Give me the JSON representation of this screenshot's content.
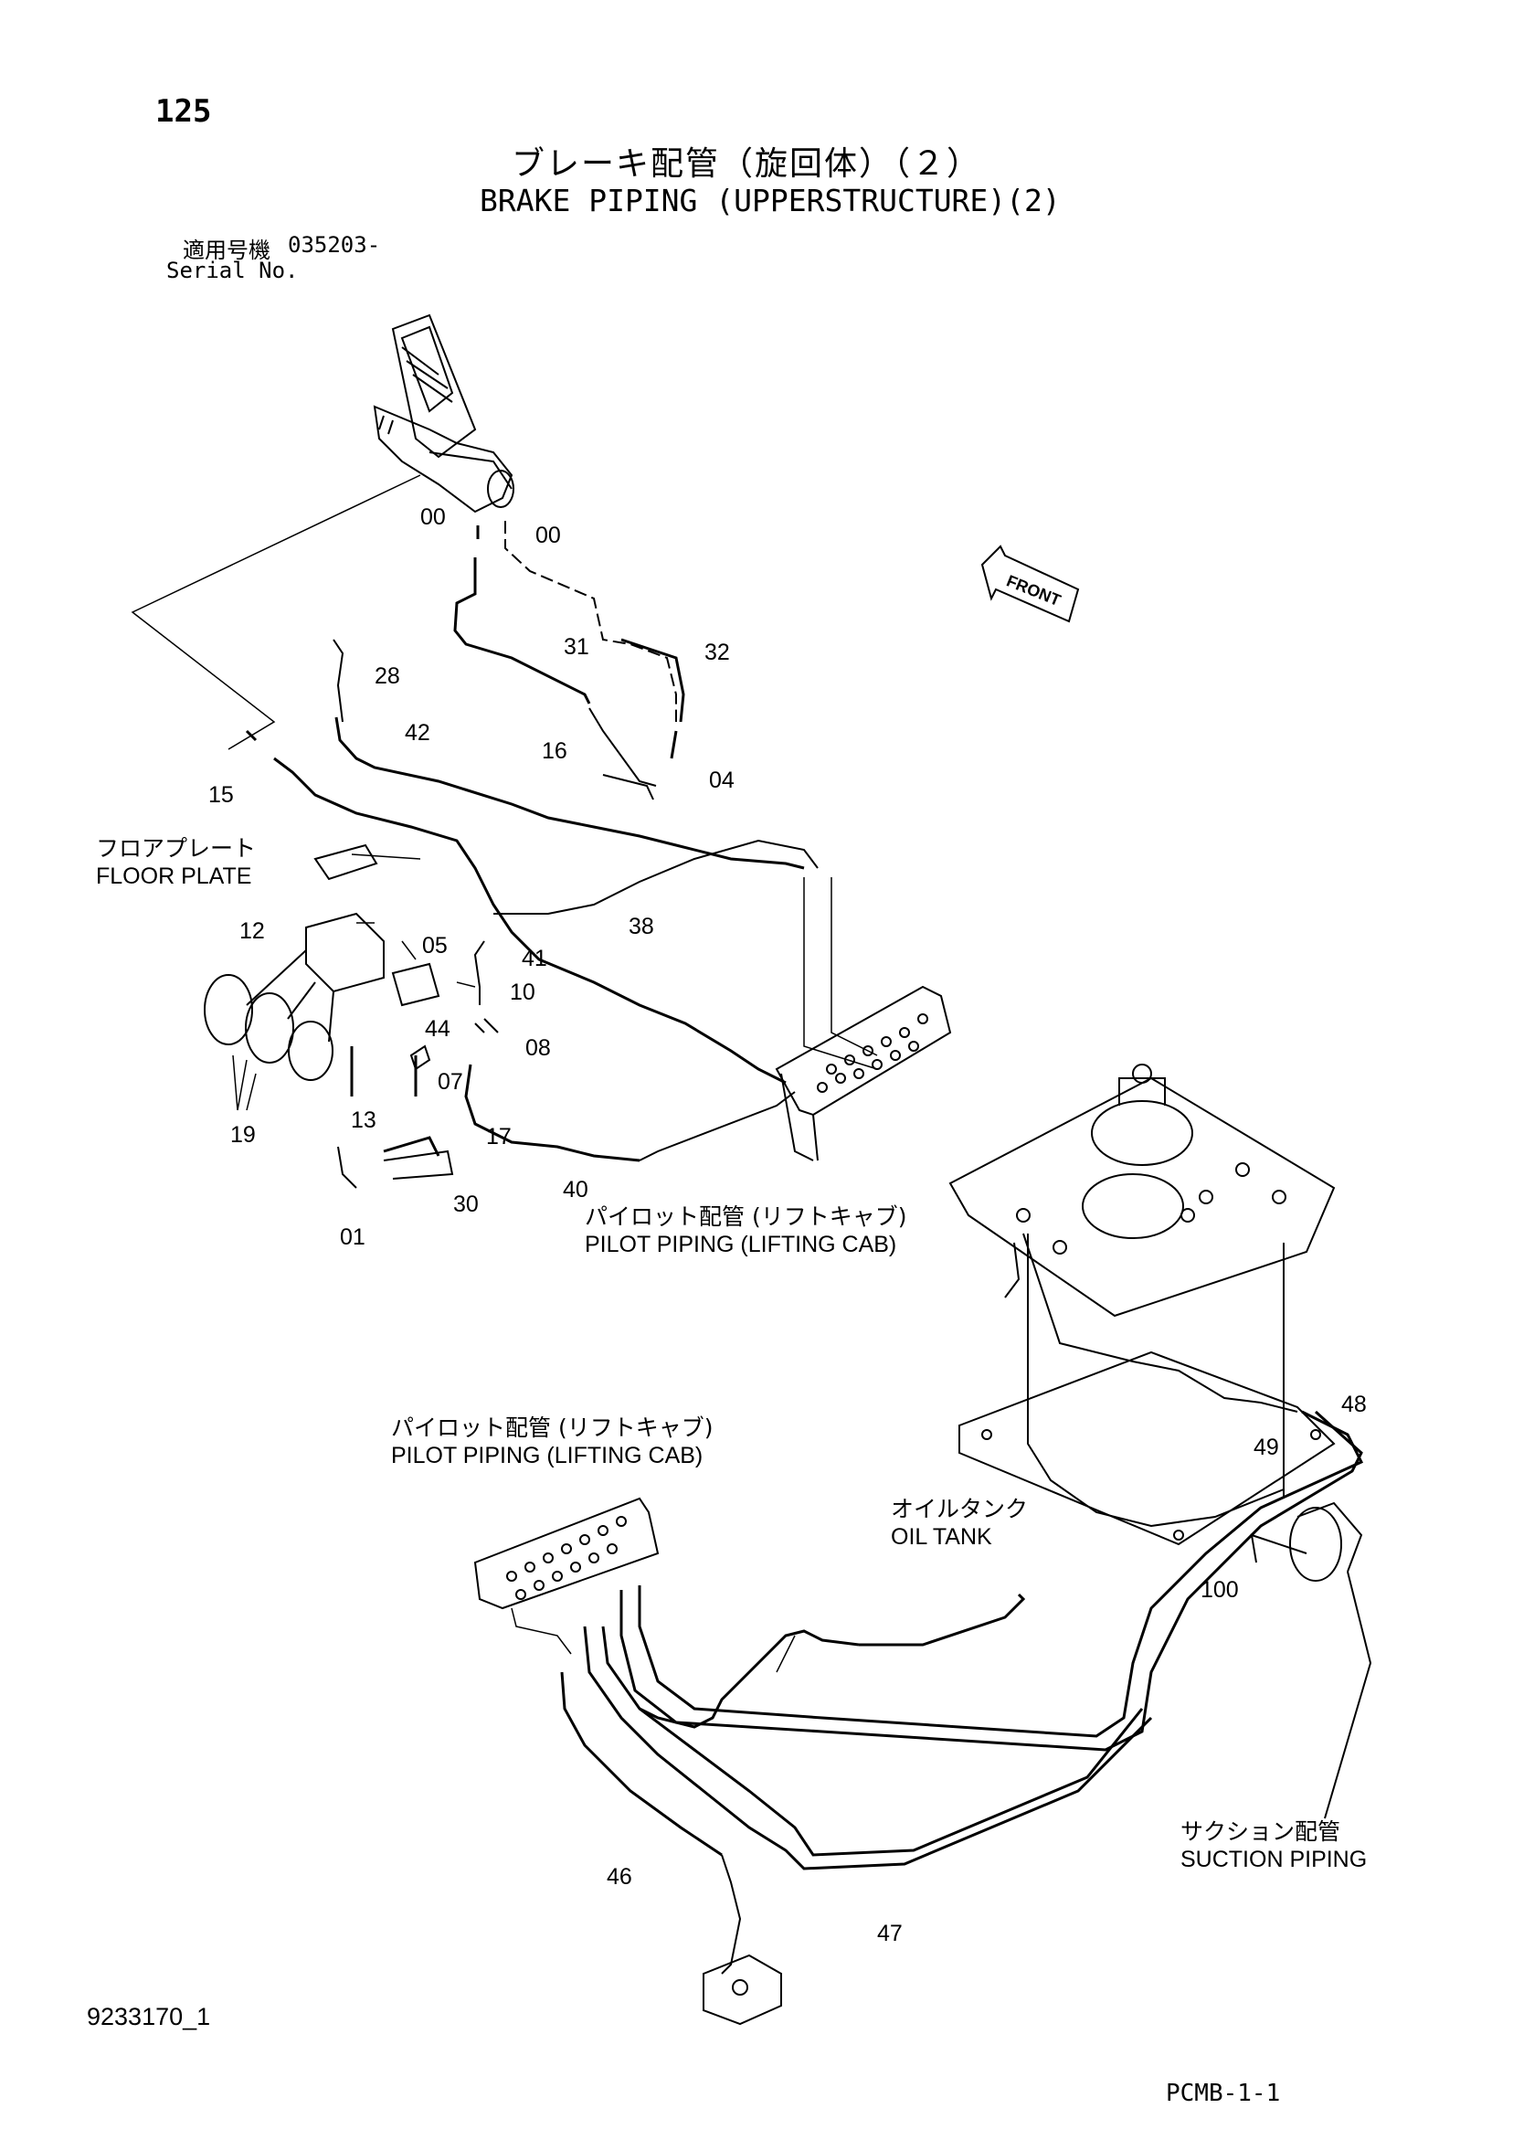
{
  "page": {
    "number": "125",
    "title_jp": "ブレーキ配管（旋回体）（２）",
    "title_en": "BRAKE PIPING (UPPERSTRUCTURE)(2)",
    "serial_label_jp": "適用号機",
    "serial_value": "035203-",
    "serial_label_en": "Serial No.",
    "doc_id": "9233170_1",
    "code": "PCMB-1-1"
  },
  "front_label": "FRONT",
  "labels": {
    "floor_plate_jp": "フロアプレート",
    "floor_plate_en": "FLOOR PLATE",
    "pilot1_jp": "パイロット配管 (リフトキャブ)",
    "pilot1_en": "PILOT PIPING (LIFTING CAB)",
    "pilot2_jp": "パイロット配管 (リフトキャブ)",
    "pilot2_en": "PILOT PIPING (LIFTING CAB)",
    "oil_tank_jp": "オイルタンク",
    "oil_tank_en": "OIL TANK",
    "suction_jp": "サクション配管",
    "suction_en": "SUCTION PIPING"
  },
  "callouts": [
    "00",
    "00",
    "31",
    "32",
    "28",
    "42",
    "16",
    "04",
    "15",
    "38",
    "12",
    "05",
    "41",
    "10",
    "44",
    "08",
    "07",
    "17",
    "13",
    "19",
    "30",
    "40",
    "01",
    "48",
    "49",
    "100",
    "46",
    "47"
  ],
  "colors": {
    "ink": "#000000",
    "paper": "#ffffff"
  }
}
